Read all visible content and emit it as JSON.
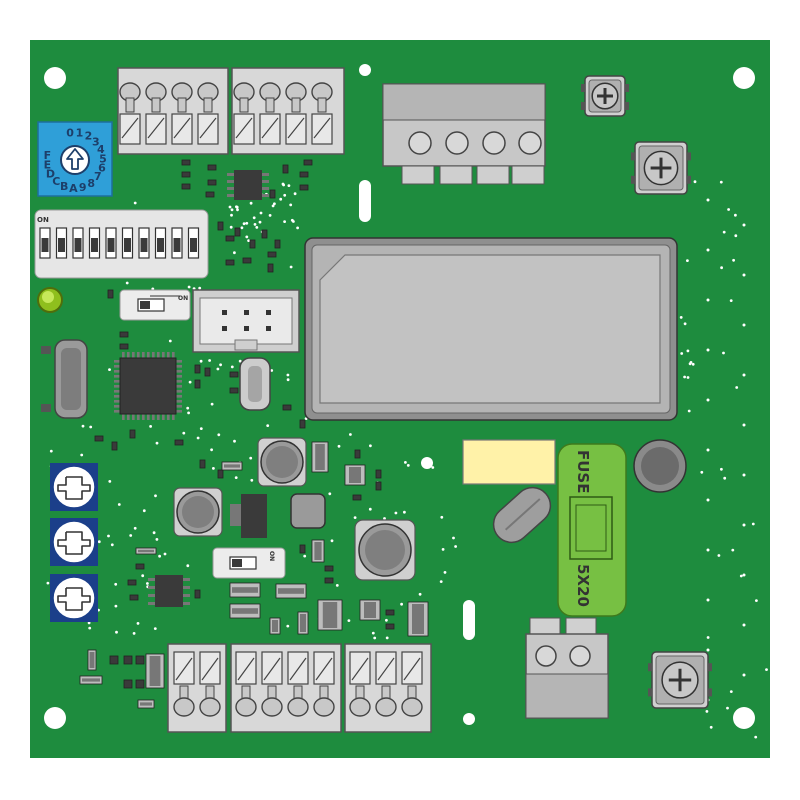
{
  "board": {
    "colors": {
      "pcb": "#1e8c3e",
      "silk": "#ffffff",
      "terminal": "#d8d8d8",
      "terminal_dark": "#9a9a9a",
      "chip": "#3a3a3a",
      "lcd": "#b4b4b4",
      "rotary": "#2f9fd8",
      "trimmer": "#1b3f8a",
      "led": "#a6d62a",
      "fuse_holder": "#77c043",
      "yellow_pad": "#fff2a8"
    },
    "rotary_switch": {
      "icon": "rotary-hex-switch",
      "digits": "0123456789ABCDEF"
    },
    "dip_switch": {
      "on_label": "ON",
      "positions": 10
    },
    "slide_switch_top": {
      "on_label": "ON"
    },
    "slide_switch_mid": {
      "on_label": "ON"
    },
    "fuse": {
      "label": "FUSE",
      "rating": "5X20"
    },
    "trimmers": {
      "count": 3,
      "icon": "cross-screw-icon"
    },
    "terminals": {
      "top_left_blocks": 2,
      "bottom_blocks": 3
    }
  }
}
